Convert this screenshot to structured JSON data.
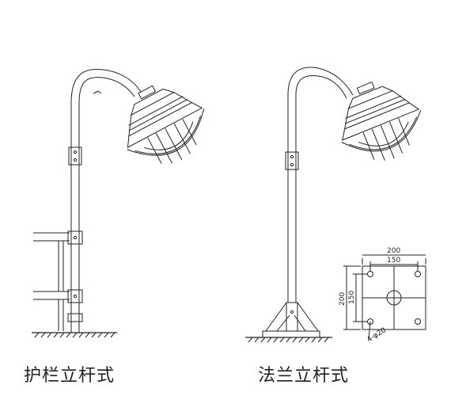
{
  "captions": {
    "railing_mount": "护栏立杆式",
    "flange_mount": "法兰立杆式"
  },
  "flange_plate": {
    "width_outer": "200",
    "width_inner": "150",
    "height_outer": "200",
    "height_inner": "150",
    "holes": "4-φ20"
  },
  "colors": {
    "line": "#222222",
    "background": "#ffffff"
  }
}
